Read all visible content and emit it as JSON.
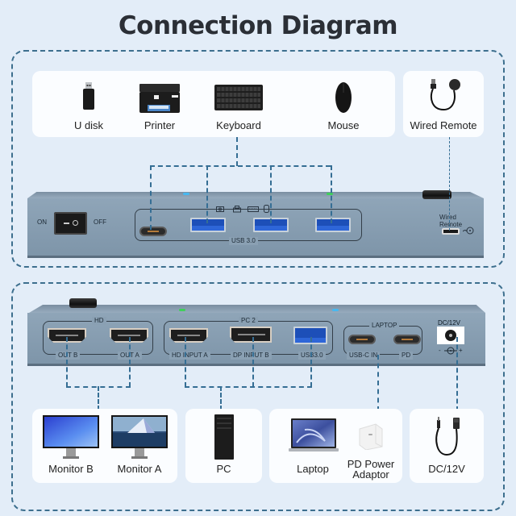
{
  "title": "Connection Diagram",
  "top_section": {
    "peripherals": [
      {
        "label": "U disk",
        "icon": "usb-drive-icon"
      },
      {
        "label": "Printer",
        "icon": "printer-icon"
      },
      {
        "label": "Keyboard",
        "icon": "keyboard-icon"
      },
      {
        "label": "Mouse",
        "icon": "mouse-icon"
      }
    ],
    "remote": {
      "label": "Wired Remote",
      "icon": "wired-remote-icon"
    },
    "front_panel": {
      "switch_on": "ON",
      "switch_off": "OFF",
      "usb_group_label": "USB 3.0",
      "port_icons": [
        "webcam-icon",
        "printer-icon",
        "keyboard-icon",
        "mouse-icon"
      ],
      "remote_port_label_line1": "Wired",
      "remote_port_label_line2": "Remote"
    }
  },
  "bottom_section": {
    "rear_panel": {
      "hd_group": {
        "label": "HD",
        "ports": [
          "OUT B",
          "OUT A"
        ]
      },
      "pc2_group": {
        "label": "PC 2",
        "ports": [
          "HD INPUT A",
          "DP INPUT B",
          "USB3.0"
        ]
      },
      "laptop_group": {
        "label": "LAPTOP",
        "ports": [
          "USB-C IN",
          "PD"
        ]
      },
      "dc": {
        "label": "DC/12V",
        "polarity_minus": "-",
        "polarity_plus": "+"
      }
    },
    "devices": [
      {
        "label": "Monitor B",
        "icon": "monitor-icon"
      },
      {
        "label": "Monitor A",
        "icon": "monitor-icon"
      },
      {
        "label": "PC",
        "icon": "pc-tower-icon"
      },
      {
        "label": "Laptop",
        "icon": "laptop-icon"
      },
      {
        "label": "PD Power Adaptor",
        "label_line1": "PD Power",
        "label_line2": "Adaptor",
        "icon": "power-adapter-icon"
      },
      {
        "label": "DC/12V",
        "icon": "dc-power-cable-icon"
      }
    ]
  },
  "colors": {
    "background": "#e3edf8",
    "dashed_line": "#356e94",
    "panel": "#8aa0b3",
    "usb_port": "#1d4fb8",
    "led_green": "#3fd05a",
    "led_blue": "#47b8f0"
  }
}
